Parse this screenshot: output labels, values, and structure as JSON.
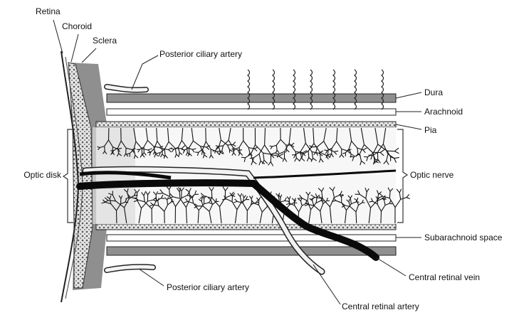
{
  "labels": {
    "retina": "Retina",
    "choroid": "Choroid",
    "sclera": "Sclera",
    "posterior_ciliary_artery_top": "Posterior ciliary artery",
    "dura": "Dura",
    "arachnoid": "Arachnoid",
    "pia": "Pia",
    "optic_disk": "Optic disk",
    "optic_nerve": "Optic nerve",
    "subarachnoid_space": "Subarachnoid space",
    "central_retinal_vein": "Central retinal vein",
    "posterior_ciliary_artery_bottom": "Posterior ciliary artery",
    "central_retinal_artery": "Central retinal artery"
  }
}
